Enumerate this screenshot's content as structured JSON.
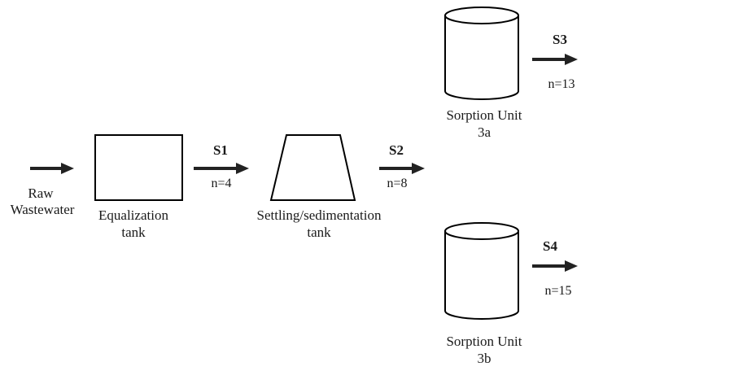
{
  "input": {
    "line1": "Raw",
    "line2": "Wastewater"
  },
  "equalization": {
    "line1": "Equalization",
    "line2": "tank"
  },
  "settling": {
    "line1": "Settling/sedimentation",
    "line2": "tank"
  },
  "sorption_a": {
    "line1": "Sorption Unit",
    "line2": "3a"
  },
  "sorption_b": {
    "line1": "Sorption Unit",
    "line2": "3b"
  },
  "streams": {
    "s1": {
      "label": "S1",
      "n": "n=4"
    },
    "s2": {
      "label": "S2",
      "n": "n=8"
    },
    "s3": {
      "label": "S3",
      "n": "n=13"
    },
    "s4": {
      "label": "S4",
      "n": "n=15"
    }
  }
}
